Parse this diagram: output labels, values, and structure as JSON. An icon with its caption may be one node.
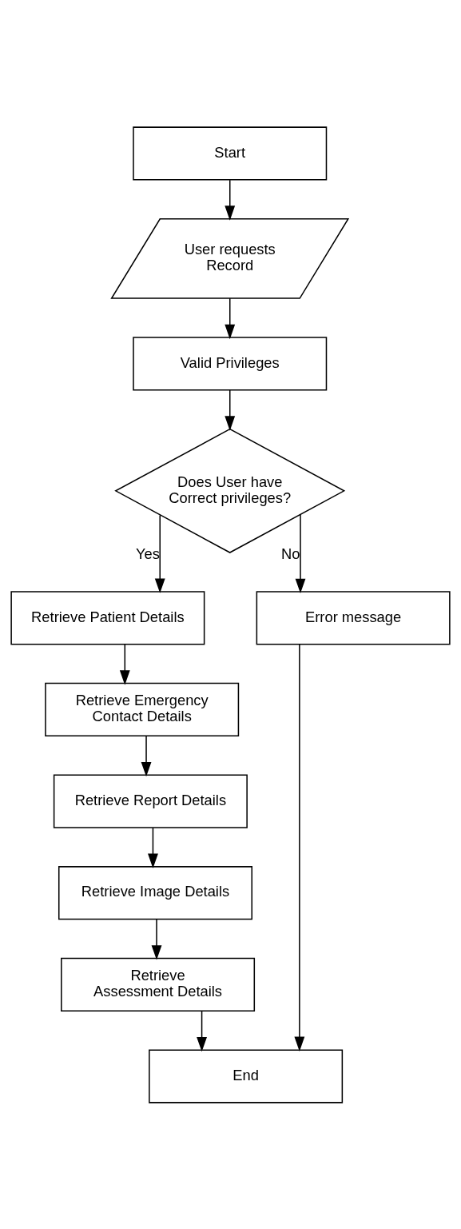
{
  "diagram": {
    "nodes": [
      {
        "text": [
          "Start"
        ]
      },
      {
        "text": [
          "User requests Record"
        ]
      },
      {
        "text": [
          "Valid Privileges"
        ]
      },
      {
        "text": [
          "Does User have Correct privileges?"
        ]
      },
      {
        "text": [
          "Retrieve Patient Details"
        ]
      },
      {
        "text": [
          "Error message"
        ]
      },
      {
        "text": [
          "Retrieve Emergency Contact Details"
        ]
      },
      {
        "text": [
          "Retrieve Report Details"
        ]
      },
      {
        "text": [
          "Retrieve Image Details"
        ]
      },
      {
        "text": [
          "Retrieve Assessment Details"
        ]
      },
      {
        "text": [
          "End"
        ]
      }
    ],
    "edges": [
      {
        "from": 0,
        "to": 1,
        "arrow": "to"
      },
      {
        "from": 1,
        "to": 2,
        "arrow": "to"
      },
      {
        "from": 2,
        "to": 3,
        "arrow": "to"
      },
      {
        "from": 3,
        "to": 4,
        "arrow": "to",
        "label": "Yes"
      },
      {
        "from": 3,
        "to": 5,
        "arrow": "to",
        "label": "No"
      },
      {
        "from": 4,
        "to": 6,
        "arrow": "to"
      },
      {
        "from": 6,
        "to": 7,
        "arrow": "to"
      },
      {
        "from": 7,
        "to": 8,
        "arrow": "to"
      },
      {
        "from": 8,
        "to": 9,
        "arrow": "to"
      },
      {
        "from": 9,
        "to": 10,
        "arrow": "to"
      },
      {
        "from": 5,
        "to": 10,
        "arrow": "to"
      }
    ]
  }
}
